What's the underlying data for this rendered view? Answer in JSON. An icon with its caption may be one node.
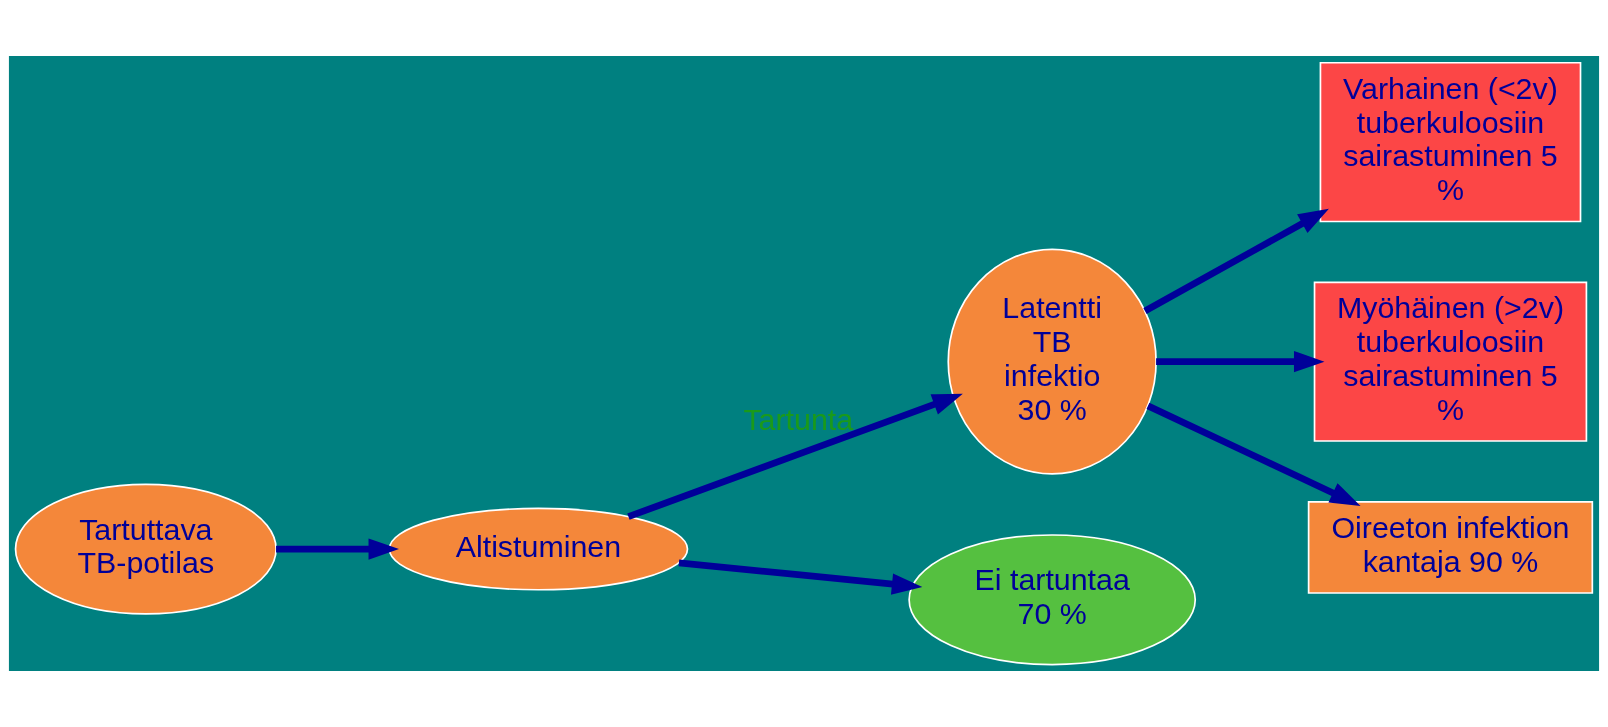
{
  "diagram": {
    "nodes": [
      {
        "text": [
          "Tartuttava TB-potilas"
        ]
      },
      {
        "text": [
          "Altistuminen"
        ]
      },
      {
        "text": [
          "Latentti TB infektio 30 %"
        ]
      },
      {
        "text": [
          "Ei tartuntaa 70 %"
        ]
      },
      {
        "text": [
          "Varhainen (<2v) tuberkuloosiin sairastuminen 5 %"
        ]
      },
      {
        "text": [
          "Myöhäinen (>2v) tuberkuloosiin sairastuminen 5 %"
        ]
      },
      {
        "text": [
          "Oireeton infektion kantaja 90 %"
        ]
      }
    ],
    "edges": [
      {
        "from": 0,
        "to": 1,
        "arrow": "to"
      },
      {
        "from": 1,
        "to": 2,
        "arrow": "to",
        "label": "Tartunta"
      },
      {
        "from": 1,
        "to": 3,
        "arrow": "to"
      },
      {
        "from": 2,
        "to": 4,
        "arrow": "to"
      },
      {
        "from": 2,
        "to": 5,
        "arrow": "to"
      },
      {
        "from": 2,
        "to": 6,
        "arrow": "to"
      }
    ]
  }
}
